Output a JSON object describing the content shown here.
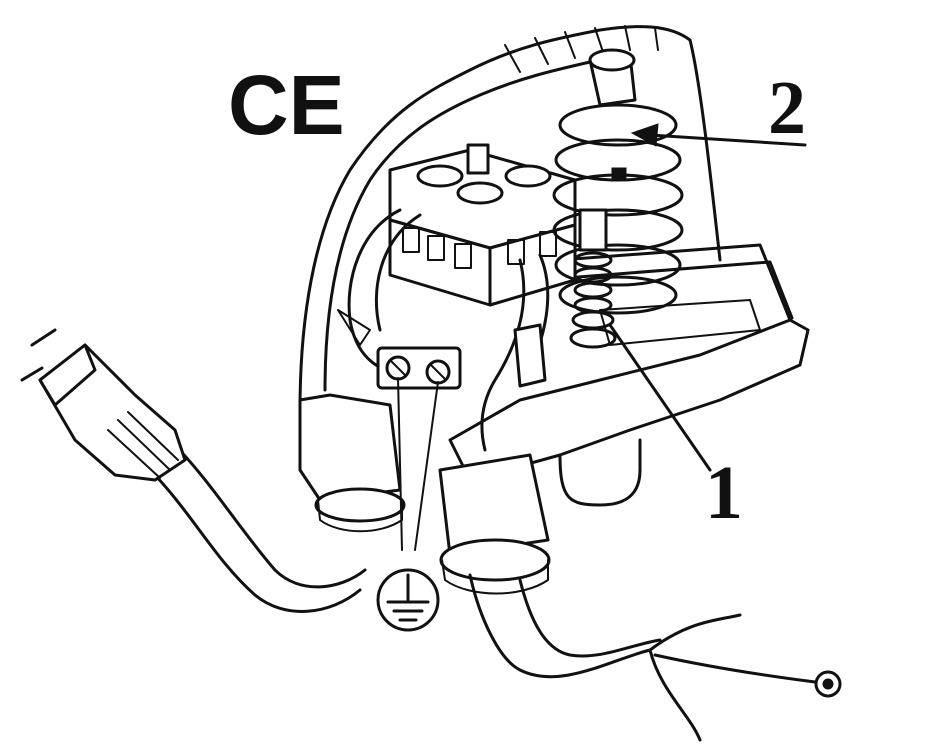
{
  "figure": {
    "marks": {
      "ce_mark": "CE",
      "ground_symbol": "ground-symbol-icon"
    },
    "callouts": [
      {
        "label": "1",
        "target": "adjusting-spring-small"
      },
      {
        "label": "2",
        "target": "adjusting-spring-large"
      }
    ],
    "ink_color": "#111111",
    "background_color": "#ffffff"
  }
}
